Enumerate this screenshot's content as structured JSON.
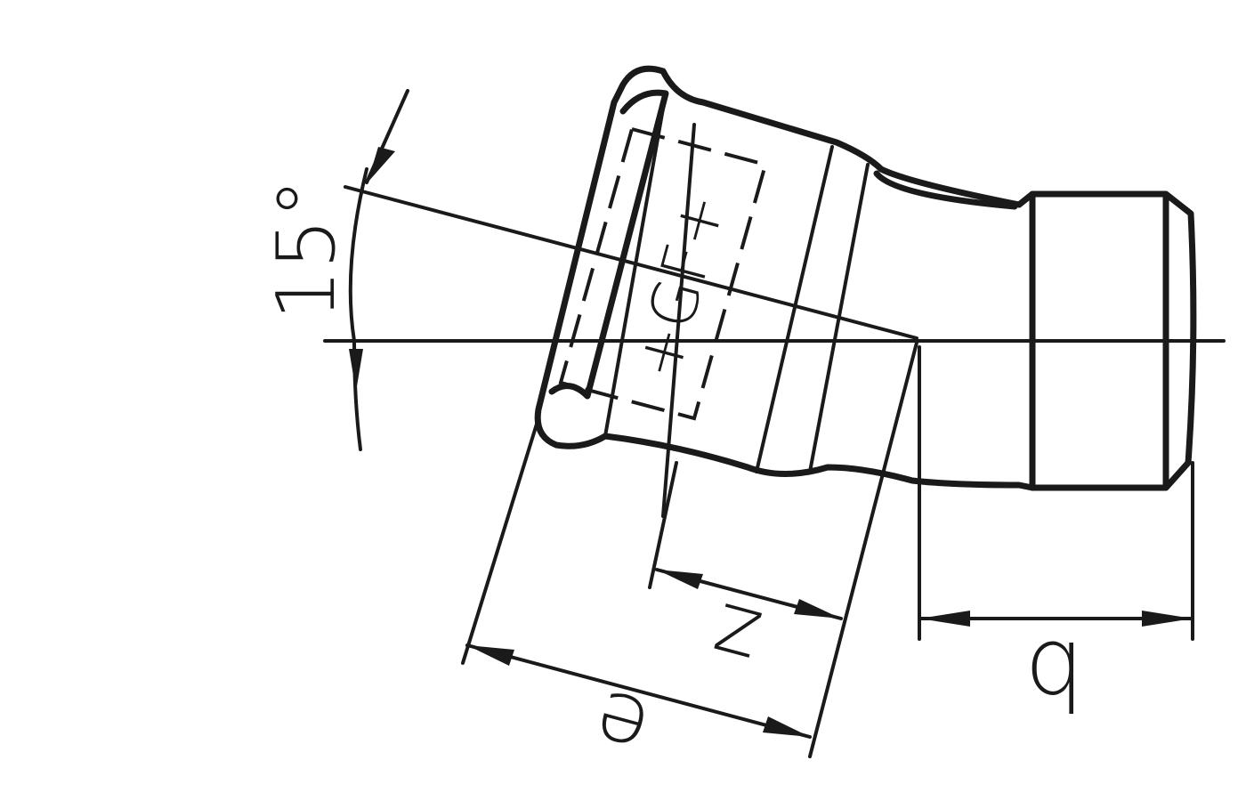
{
  "drawing": {
    "angle_label": "15°",
    "dim_z": "z",
    "dim_e": "e",
    "dim_b": "b",
    "logo": "+GF+",
    "line_color": "#1a1a1a"
  }
}
